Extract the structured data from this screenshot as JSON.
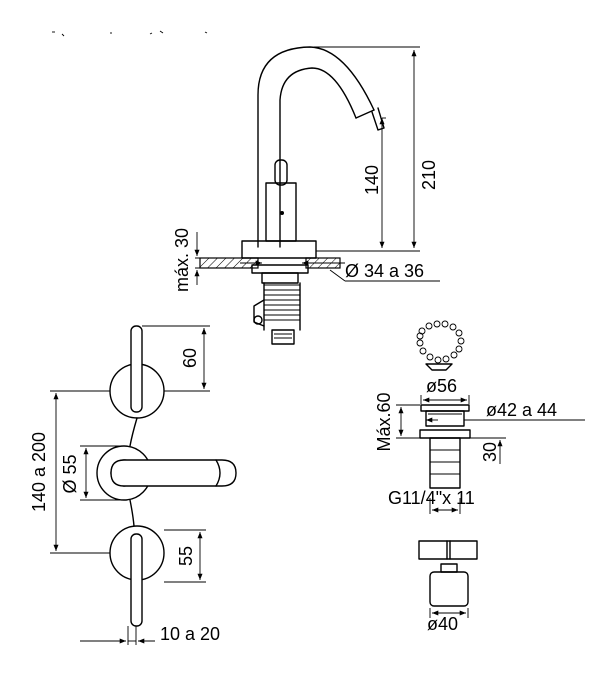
{
  "dims": {
    "spout_height": "210",
    "lever_height": "140",
    "max_deck": "máx. 30",
    "deck_hole": "Ø 34 a 36",
    "handle_top": "60",
    "spacing": "140 a 200",
    "spout_dia": "Ø 55",
    "handle_bottom": "55",
    "wall_offset": "10 a 20",
    "drain_dia": "ø56",
    "drain_max": "Máx.60",
    "drain_hole": "ø42 a 44",
    "drain_thread_len": "30",
    "drain_thread": "G11/4\"x 11",
    "knob_dia": "ø40"
  }
}
